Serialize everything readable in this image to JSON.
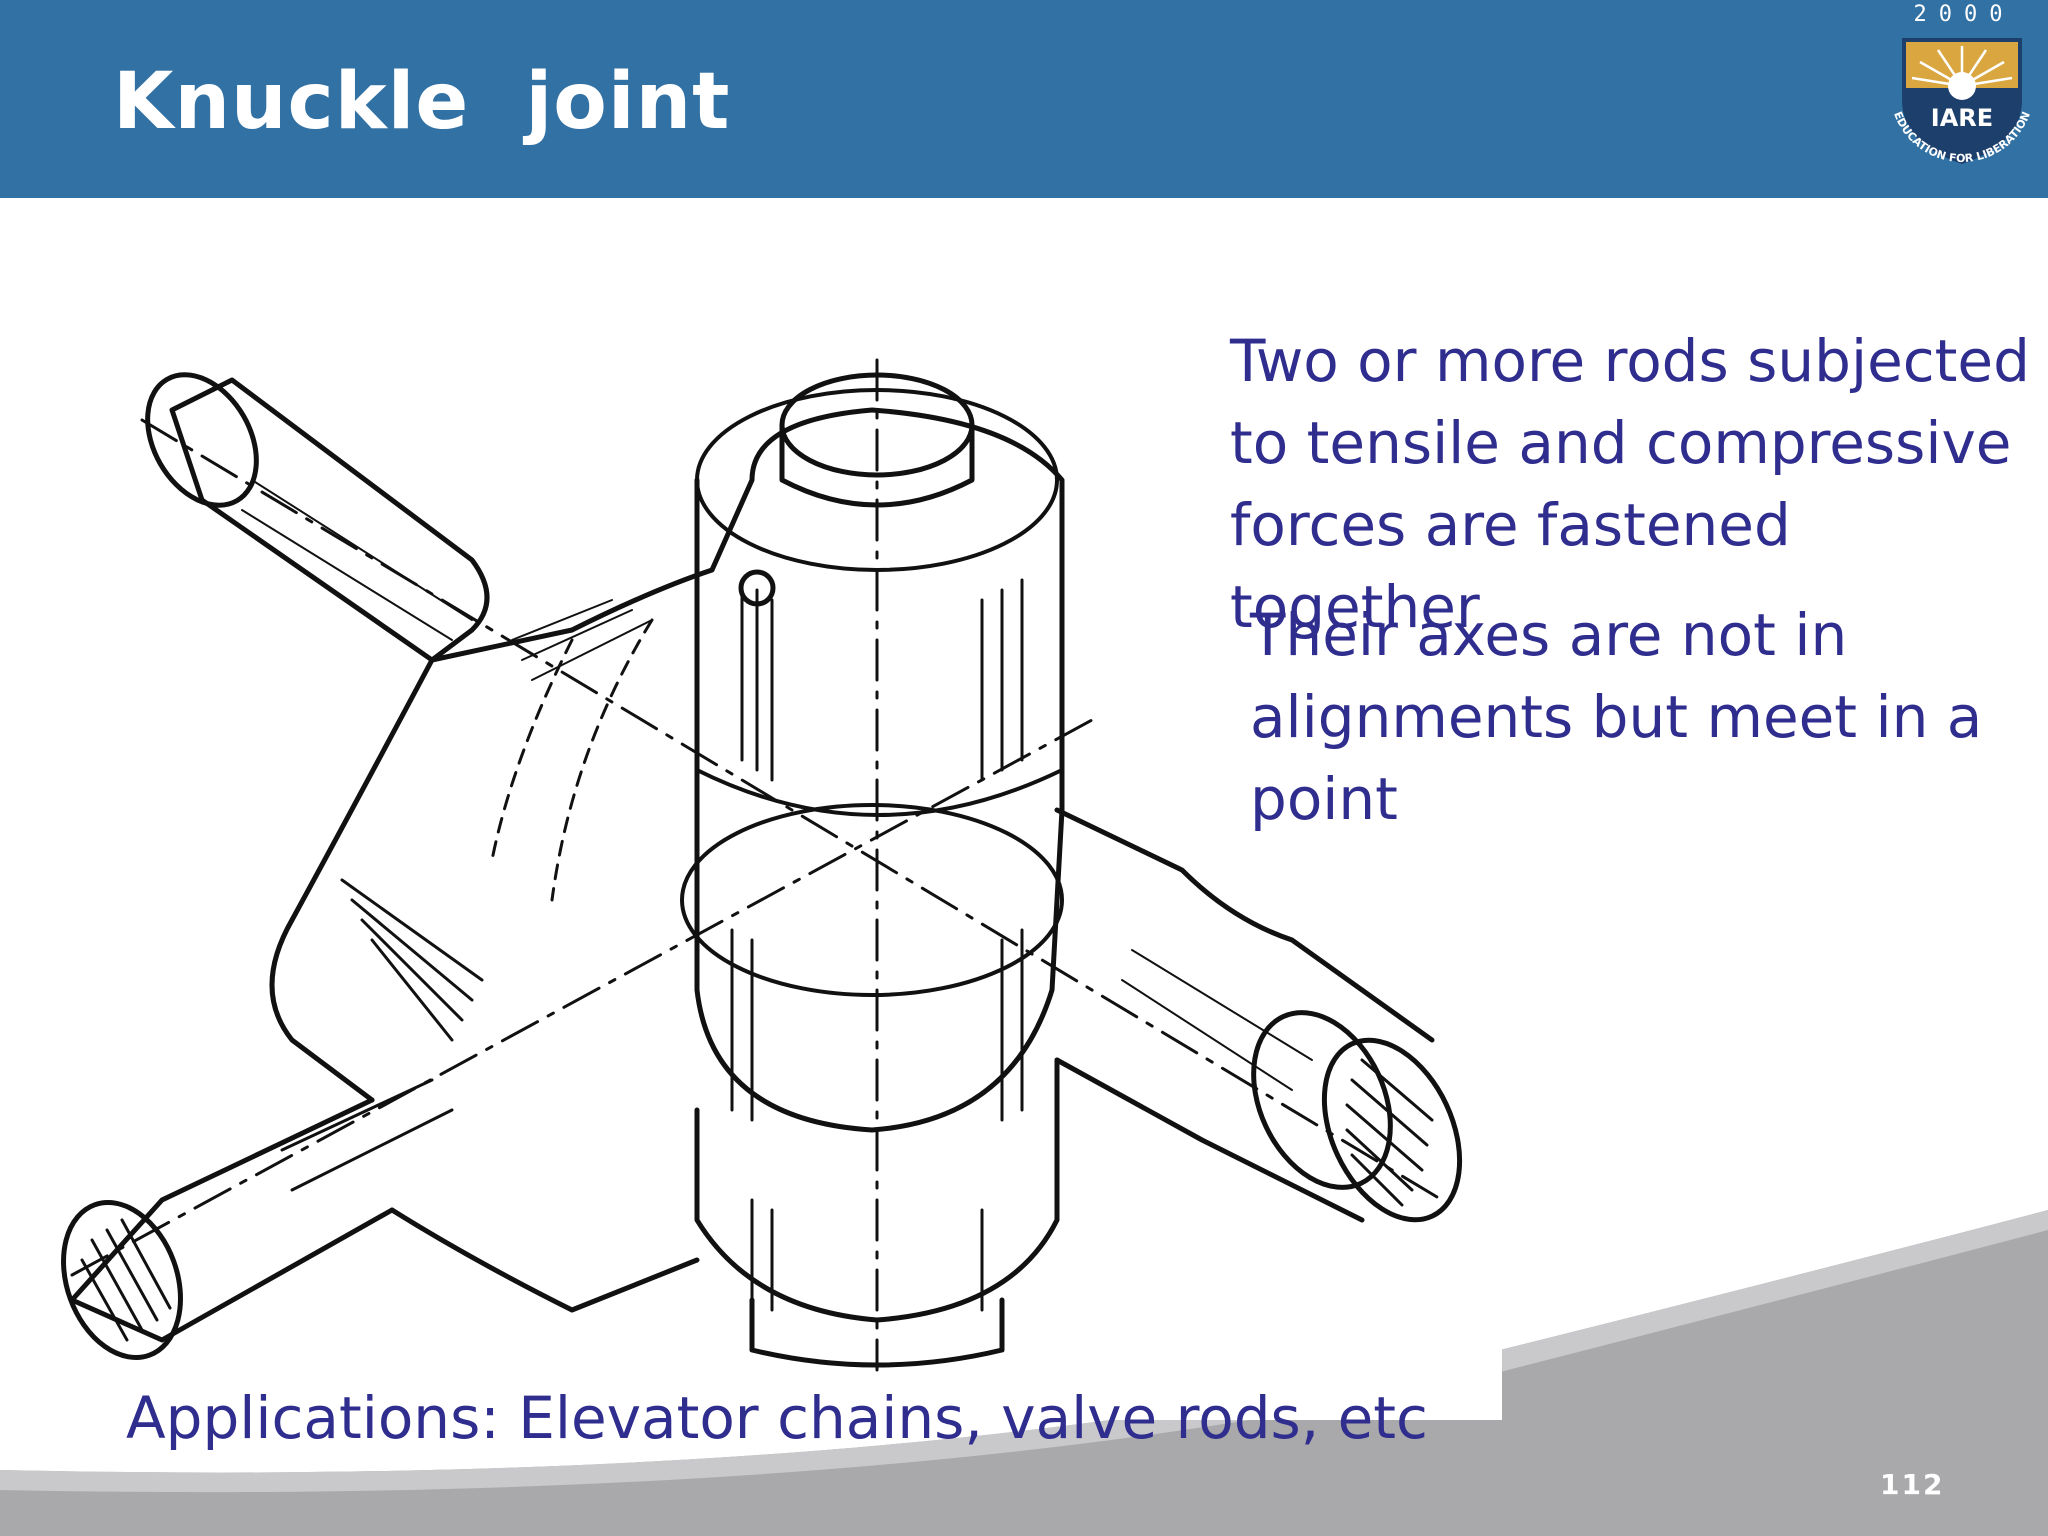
{
  "slide": {
    "title": "Knuckle  joint",
    "paragraphs": [
      [
        "Two or more rods subjected",
        "to tensile and compressive",
        "forces are fastened together"
      ],
      [
        "Their axes are not in",
        "alignments but meet in a",
        "point"
      ]
    ],
    "applications": "Applications: Elevator chains, valve rods, etc",
    "page_number": "112"
  },
  "logo": {
    "year": "2000",
    "name": "IARE",
    "motto": "EDUCATION FOR LIBERATION"
  },
  "colors": {
    "header_bar": "#3271a3",
    "body_text": "#2f2d8e",
    "footer_gray": "#a9a9ab",
    "logo_gold": "#d9a640"
  }
}
